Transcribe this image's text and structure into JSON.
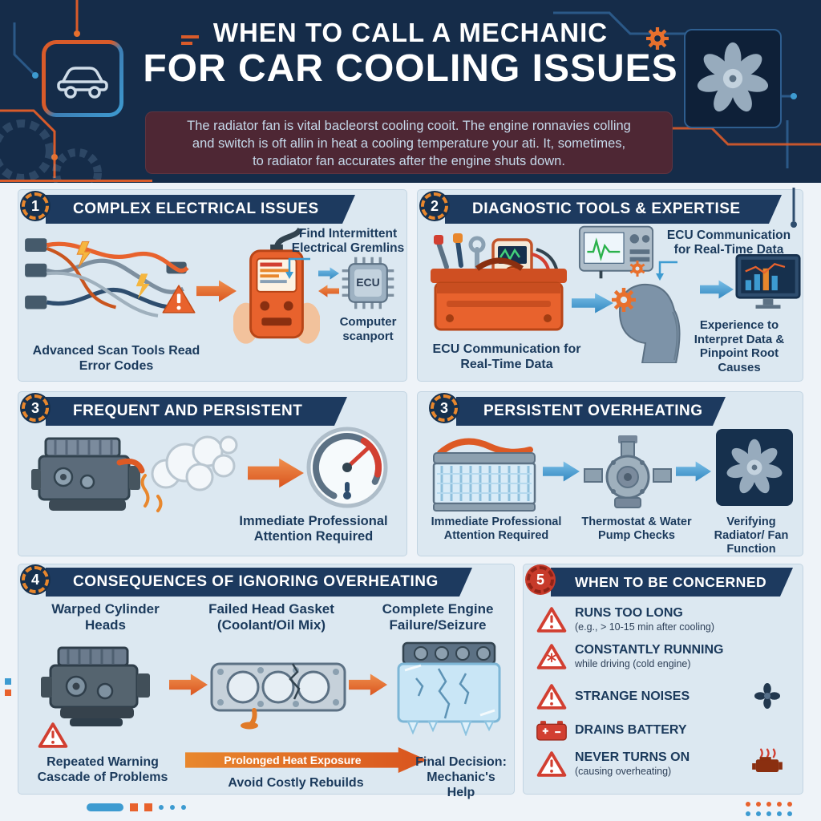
{
  "header": {
    "title_line1": "WHEN TO CALL A MECHANIC",
    "title_line2": "FOR CAR COOLING ISSUES",
    "subtitle_lines": [
      "The radiator fan is vital bacleorst cooling cooit. The engine ronnavies colling",
      "and switch is oft allin in heat a cooling temperature your ati. It, sometimes,",
      "to radiator fan accurates after the engine shuts down."
    ]
  },
  "panels": {
    "electrical": {
      "number": "1",
      "title": "COMPLEX ELECTRICAL ISSUES",
      "find_gremlins": "Find Intermittent Electrical Gremlins",
      "ecu_chip": "ECU",
      "computer_scanport": "Computer scanport",
      "advanced_scan": "Advanced Scan Tools Read Error Codes"
    },
    "diagnostic": {
      "number": "2",
      "title": "DIAGNOSTIC TOOLS & EXPERTISE",
      "ecu_comm_top": "ECU Communication for Real-Time Data",
      "ecu_comm_bottom": "ECU Communication for Real-Time Data",
      "experience": "Experience to Interpret Data & Pinpoint Root Causes"
    },
    "frequent": {
      "number": "3",
      "title": "FREQUENT AND PERSISTENT",
      "attention": "Immediate Professional Attention Required"
    },
    "overheating": {
      "number": "3",
      "title": "PERSISTENT OVERHEATING",
      "attention": "Immediate Professional Attention Required",
      "thermostat": "Thermostat & Water Pump Checks",
      "verifying": "Verifying Radiator/ Fan Function"
    },
    "consequences": {
      "number": "4",
      "title": "CONSEQUENCES OF IGNORING OVERHEATING",
      "col1": "Warped Cylinder Heads",
      "col2": "Failed Head Gasket (Coolant/Oil Mix)",
      "col3": "Complete Engine Failure/Seizure",
      "repeated": "Repeated Warning Cascade of Problems",
      "heat_exposure": "Prolonged Heat Exposure",
      "avoid": "Avoid Costly Rebuilds",
      "final": "Final Decision: Mechanic's Help"
    },
    "concerned": {
      "number": "5",
      "title": "WHEN TO BE CONCERNED",
      "items": [
        {
          "title": "RUNS TOO LONG",
          "subtitle": "(e.g., > 10-15 min after cooling)"
        },
        {
          "title": "CONSTANTLY RUNNING",
          "subtitle": "while driving (cold engine)"
        },
        {
          "title": "STRANGE NOISES",
          "subtitle": ""
        },
        {
          "title": "DRAINS BATTERY",
          "subtitle": ""
        },
        {
          "title": "NEVER TURNS ON",
          "subtitle": "(causing overheating)"
        }
      ]
    }
  },
  "colors": {
    "navy": "#16304d",
    "ribbon": "#1d3a5f",
    "orange": "#e8622d",
    "red": "#d23f31",
    "light_blue": "#3d9bd1",
    "panel_bg": "#dce8f1"
  }
}
